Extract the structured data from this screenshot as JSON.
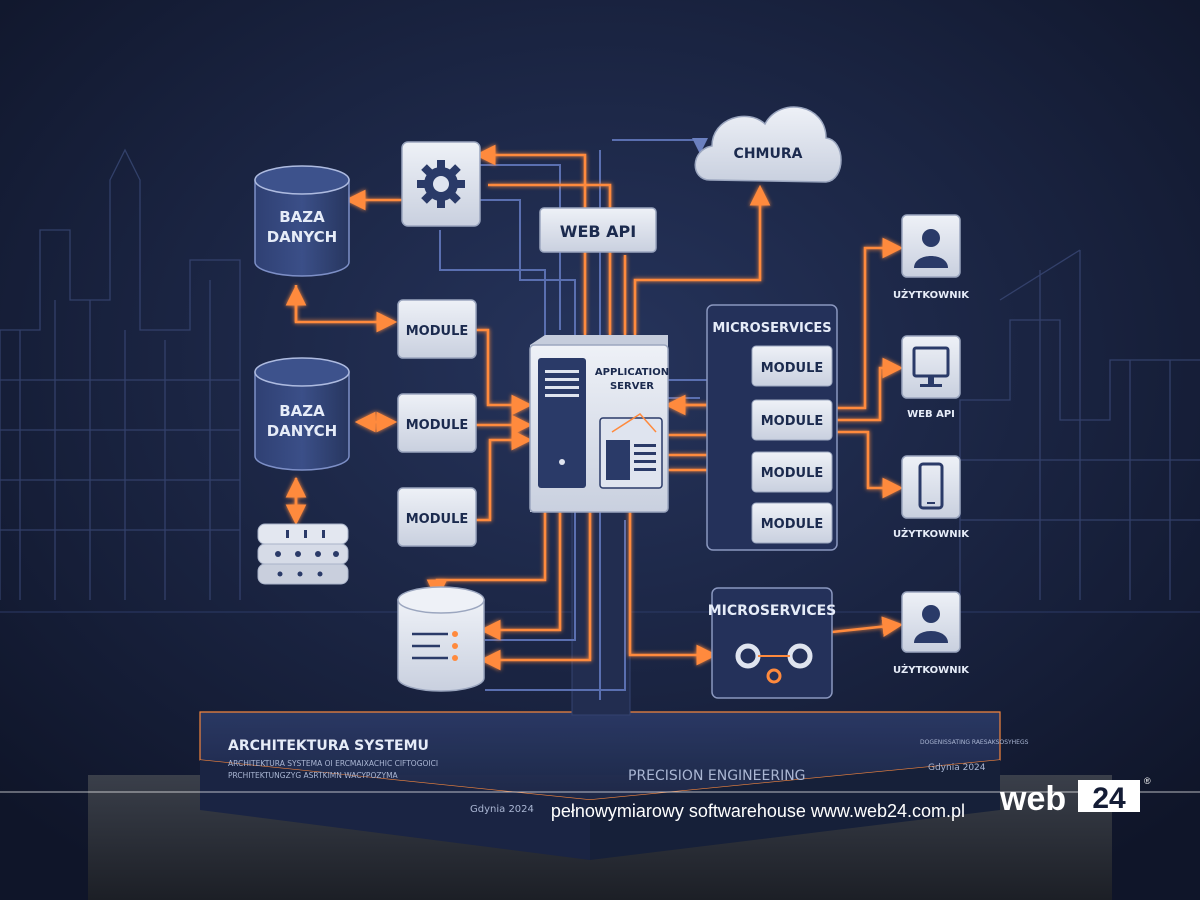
{
  "nodes": {
    "db_top": "BAZA DANYCH",
    "db_top_l1": "BAZA",
    "db_top_l2": "DANYCH",
    "db_mid_l1": "BAZA",
    "db_mid_l2": "DANYCH",
    "web_api_top": "WEB API",
    "cloud": "CHMURA",
    "module_1": "MODULE",
    "module_2": "MODULE",
    "module_3": "MODULE",
    "app_server_l1": "APPLICATION",
    "app_server_l2": "SERVER",
    "microservices_top": "MICROSERVICES",
    "ms_module_1": "MODULE",
    "ms_module_2": "MODULE",
    "ms_module_3": "MODULE",
    "ms_module_4": "MODULE",
    "microservices_bottom": "MICROSERVICES"
  },
  "clients": {
    "user_1": "UŻYTKOWNIK",
    "web_api": "WEB API",
    "user_2": "UŻYTKOWNIK",
    "user_3": "UŻYTKOWNIK"
  },
  "plinth": {
    "title": "ARCHITEKTURA SYSTEMU",
    "sub_1": "ARCHITEKTURA SYSTEMA OI ERCMAIXACHIC CIFTOGOICI",
    "sub_2": "PRCHITEKTUNGZYG ASRTKIMN WACYPOZYMA",
    "place_left": "Gdynia 2024",
    "precision": "PRECISION ENGINEERING",
    "place_right": "Gdynia 2024",
    "tag_right": "DOGENISSATING RAESAKSOSYHEGS"
  },
  "footer": {
    "tagline": "pełnowymiarowy softwarehouse www.web24.com.pl",
    "brand_a": "web",
    "brand_b": "24",
    "registered": "®"
  },
  "colors": {
    "background": "#141c35",
    "accent_orange": "#ff8a3d",
    "connector_blue": "#5a6fb0",
    "box_light": "#dfe4ef",
    "box_dark": "#2a3a68"
  },
  "icons": [
    "database-icon",
    "gear-icon",
    "cloud-icon",
    "server-icon",
    "user-icon",
    "monitor-icon",
    "phone-icon",
    "network-switch-icon",
    "settings-gears-icon"
  ]
}
